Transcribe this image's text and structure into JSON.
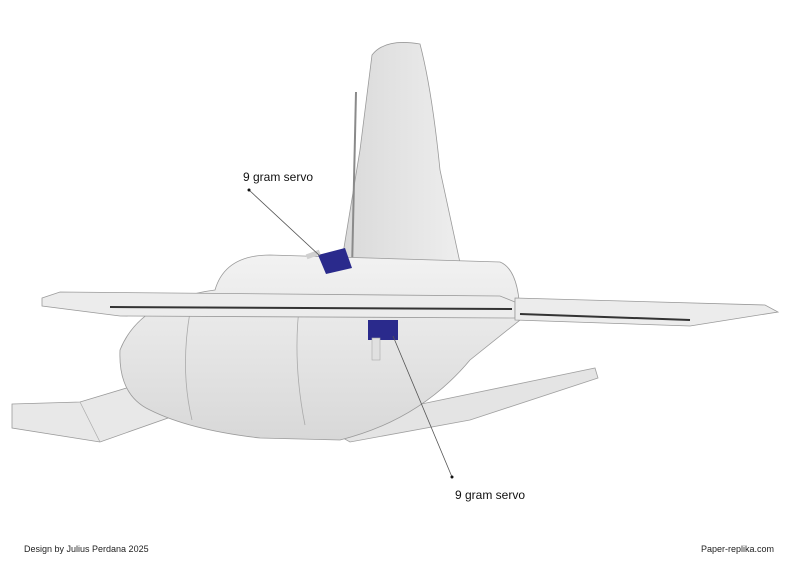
{
  "labels": {
    "servo_top": "9 gram servo",
    "servo_bottom": "9 gram servo"
  },
  "footer": {
    "credit": "Design by Julius Perdana 2025",
    "site": "Paper-replika.com"
  },
  "colors": {
    "servo": "#2a2a8c",
    "body": "#e6e6e6",
    "edge": "#9a9a9a"
  }
}
